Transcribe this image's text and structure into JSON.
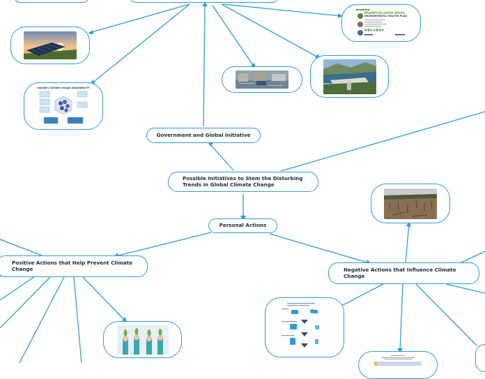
{
  "colors": {
    "line": "#2e9bd6",
    "node_border": "#2e9bd6",
    "text": "#1f2a33",
    "background": "#ffffff"
  },
  "nodes": {
    "root": "Possible Initiatives to Stem the Disturbing Trends in Global Climate Change",
    "government": "Government and Global Initiative",
    "personal": "Personal Actions",
    "positive": "Positive Actions that Help Prevent Climate Change",
    "negative": "Negative Actions that Influence Climate Change"
  },
  "images": {
    "solar_panels": "solar-panels-photo",
    "adaptation_diagram": "Canada's Climate Change Adaptation Platform",
    "flood_photo": "flooded-street-photo",
    "dam_photo": "hydro-dam-photo",
    "master_plan": {
      "brand": "BRAMPTON",
      "title_line1": "BRAMPTON GROW GREEN",
      "title_line2": "ENVIRONMENTAL MASTER PLAN"
    },
    "deforestation_photo": "deforestation-photo",
    "seedlings_photo": "seedlings-in-hands-photo",
    "footprint_infographic": "carbon-footprint-infographic"
  }
}
